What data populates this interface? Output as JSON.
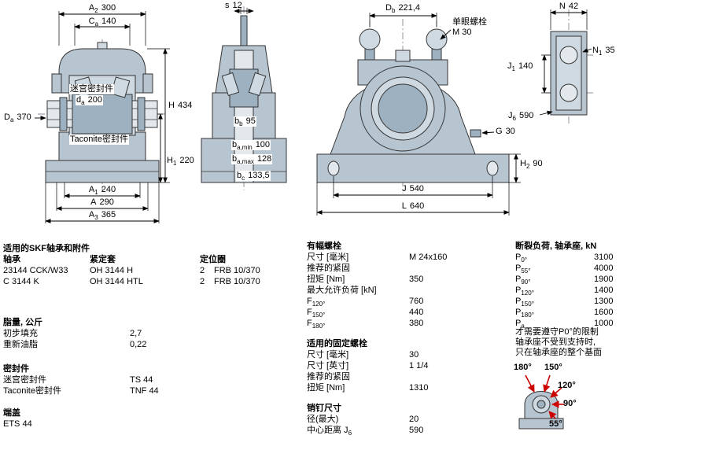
{
  "colors": {
    "housing_fill": "#b7c5d1",
    "dimension_line": "#000000",
    "load_arrow": "#cc0000"
  },
  "dims": {
    "a2": {
      "b": "A",
      "s": "2",
      "v": "300"
    },
    "ca": {
      "b": "C",
      "s": "a",
      "v": "140"
    },
    "da_outer": {
      "b": "D",
      "s": "a",
      "v": "370"
    },
    "da_inner": {
      "b": "d",
      "s": "a",
      "v": "200"
    },
    "h": {
      "b": "H",
      "s": "",
      "v": "434"
    },
    "h1": {
      "b": "H",
      "s": "1",
      "v": "220"
    },
    "a1": {
      "b": "A",
      "s": "1",
      "v": "240"
    },
    "a": {
      "b": "A",
      "s": "",
      "v": "290"
    },
    "a3": {
      "b": "A",
      "s": "3",
      "v": "365"
    },
    "s": {
      "b": "s",
      "s": "",
      "v": "12"
    },
    "bb": {
      "b": "b",
      "s": "b",
      "v": "95"
    },
    "bamin": {
      "b": "b",
      "s": "a,min",
      "v": "100"
    },
    "bamax": {
      "b": "b",
      "s": "a,max",
      "v": "128"
    },
    "bc": {
      "b": "b",
      "s": "c",
      "v": "133,5"
    },
    "db": {
      "b": "D",
      "s": "b",
      "v": "221,4"
    },
    "j": {
      "b": "J",
      "s": "",
      "v": "540"
    },
    "l": {
      "b": "L",
      "s": "",
      "v": "640"
    },
    "g": {
      "b": "G",
      "s": "",
      "v": "30"
    },
    "h2": {
      "b": "H",
      "s": "2",
      "v": "90"
    },
    "n": {
      "b": "N",
      "s": "",
      "v": "42"
    },
    "n1": {
      "b": "N",
      "s": "1",
      "v": "35"
    },
    "j1": {
      "b": "J",
      "s": "1",
      "v": "140"
    },
    "j6": {
      "b": "J",
      "s": "6",
      "v": "590"
    }
  },
  "drawing_labels": {
    "labyrinth_seal": "迷宫密封件",
    "taconite_seal": "Taconite密封件",
    "eye_bolt_line1": "单眼螺栓",
    "eye_bolt_line2": "M 30"
  },
  "bearings_section": {
    "title": "适用的SKF轴承和附件",
    "col_bearing": "轴承",
    "col_sleeve": "紧定套",
    "col_ring": "定位圈",
    "rows": [
      {
        "bearing": "23144 CCK/W33",
        "sleeve": "OH 3144 H",
        "qty": "2",
        "ring": "FRB 10/370"
      },
      {
        "bearing": "C 3144 K",
        "sleeve": "OH 3144 HTL",
        "qty": "2",
        "ring": "FRB 10/370"
      }
    ]
  },
  "grease_section": {
    "title": "脂量, 公斤",
    "rows": [
      {
        "label": "初步填充",
        "value": "2,7"
      },
      {
        "label": "重新油脂",
        "value": "0,22"
      }
    ]
  },
  "seals_section": {
    "title": "密封件",
    "rows": [
      {
        "label": "迷宫密封件",
        "value": "TS 44"
      },
      {
        "label": "Taconite密封件",
        "value": "TNF 44"
      }
    ]
  },
  "end_cover_section": {
    "title": "端盖",
    "value": "ETS 44"
  },
  "attachment_bolts_section": {
    "title": "有幅螺栓",
    "rows": [
      {
        "label": "尺寸 [毫米]",
        "value": "M 24x160"
      },
      {
        "label": "推荐的紧固",
        "value": ""
      },
      {
        "label": "扭矩 [Nm]",
        "value": "350"
      },
      {
        "label": "最大允许负荷 [kN]",
        "value": ""
      }
    ],
    "f_rows": [
      {
        "b": "F",
        "s": "120°",
        "v": "760"
      },
      {
        "b": "F",
        "s": "150°",
        "v": "440"
      },
      {
        "b": "F",
        "s": "180°",
        "v": "380"
      }
    ]
  },
  "fixing_bolts_section": {
    "title": "适用的固定螺栓",
    "rows": [
      {
        "label": "尺寸 [毫米]",
        "value": "30"
      },
      {
        "label": "尺寸 [英寸]",
        "value": "1 1/4"
      },
      {
        "label": "推荐的紧固",
        "value": ""
      },
      {
        "label": "扭矩 [Nm]",
        "value": "1310"
      }
    ]
  },
  "pin_section": {
    "title": "销钉尺寸",
    "rows": [
      {
        "label": "径(最大)",
        "value": "20"
      }
    ],
    "center_row": {
      "label": "中心距离 J",
      "sub": "6",
      "value": "590"
    }
  },
  "breaking_loads_section": {
    "title": "断裂负荷, 轴承座, kN",
    "rows": [
      {
        "b": "P",
        "s": "0°",
        "v": "3100"
      },
      {
        "b": "P",
        "s": "55°",
        "v": "4000"
      },
      {
        "b": "P",
        "s": "90°",
        "v": "1900"
      },
      {
        "b": "P",
        "s": "120°",
        "v": "1400"
      },
      {
        "b": "P",
        "s": "150°",
        "v": "1300"
      },
      {
        "b": "P",
        "s": "180°",
        "v": "1600"
      },
      {
        "b": "P",
        "s": "a",
        "v": "1000"
      }
    ],
    "note_lines": [
      "才需要遵守P0°的限制",
      "轴承座不受到支持时,",
      "只在轴承座的整个基面"
    ]
  },
  "load_diagram": {
    "angles": [
      "180°",
      "150°",
      "120°",
      "90°",
      "55°"
    ]
  }
}
